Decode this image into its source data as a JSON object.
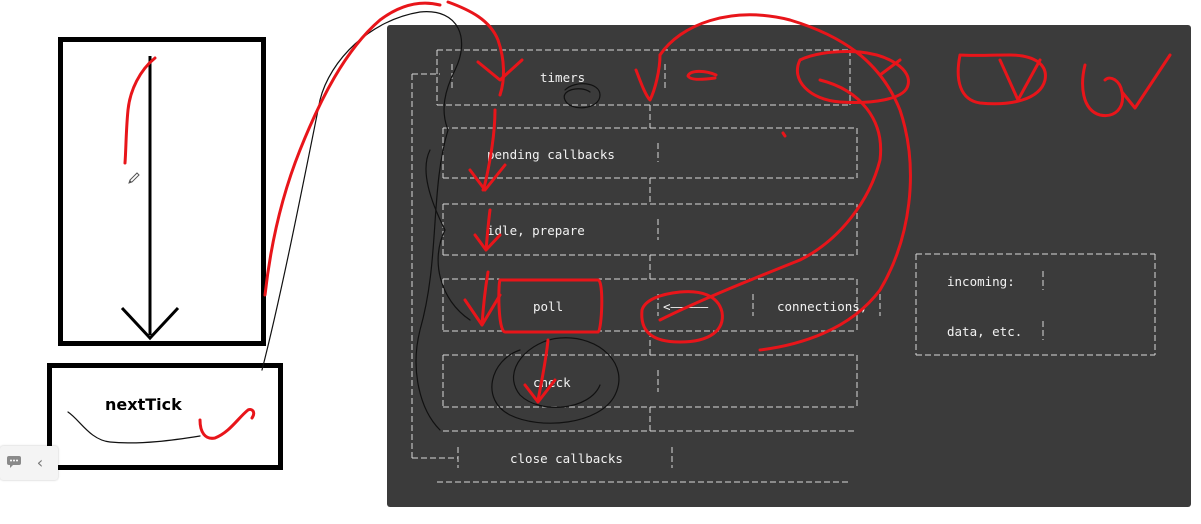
{
  "left_diagram": {
    "nexttick_label": "nextTick"
  },
  "event_loop": {
    "phases": [
      {
        "id": "timers",
        "label": "timers"
      },
      {
        "id": "pending",
        "label": "pending callbacks"
      },
      {
        "id": "idle",
        "label": "idle, prepare"
      },
      {
        "id": "poll",
        "label": "poll"
      },
      {
        "id": "check",
        "label": "check"
      },
      {
        "id": "close",
        "label": "close callbacks"
      }
    ],
    "incoming_box": {
      "line1": "incoming:",
      "line2": "connections,",
      "line3": "data, etc."
    },
    "poll_arrow": "<—————"
  },
  "colors": {
    "panel_bg": "#3b3b3b",
    "ink_red": "#e8151a",
    "ink_black": "#111111"
  },
  "icons": [
    "pencil-icon",
    "chat-icon",
    "chevron-left-icon",
    "arrow-down-icon"
  ]
}
